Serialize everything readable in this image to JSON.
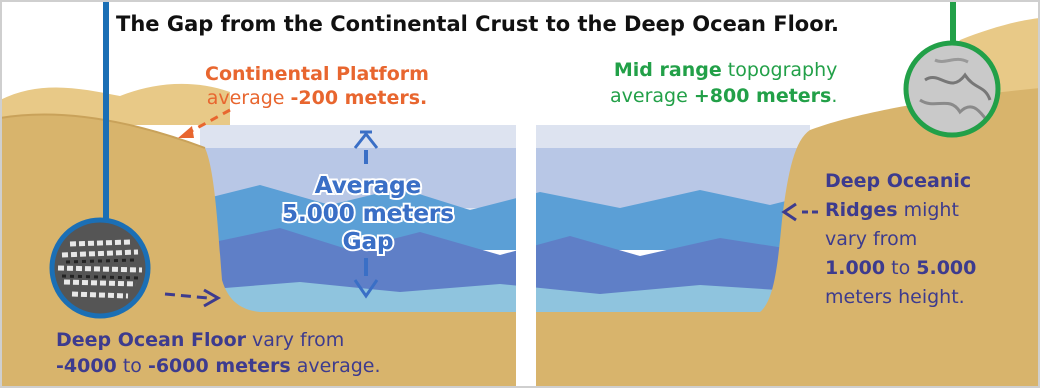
{
  "title": "The Gap from the Continental Crust to the Deep Ocean Floor.",
  "continental_platform": {
    "name": "Continental Platform",
    "prefix": "average",
    "value": "-200 meters."
  },
  "mid_range": {
    "name": "Mid range",
    "suffix": "topography",
    "prefix": "average",
    "value": "+800 meters",
    "end": "."
  },
  "gap": {
    "line1": "Average",
    "line2": "5.000 meters",
    "line3": "Gap"
  },
  "ridges": {
    "line1": "Deep Oceanic",
    "line2_bold": "Ridges",
    "line2_rest": " might",
    "line3": "vary from",
    "line4_a": "1.000",
    "line4_b": " to ",
    "line4_c": "5.000",
    "line5": "meters height."
  },
  "floor": {
    "name": "Deep Ocean Floor",
    "rest1": " vary from",
    "v1": "-4000",
    "to": " to ",
    "v2": "-6000 meters",
    "rest2": " average."
  },
  "colors": {
    "sand": "#d8b46c",
    "sand_dark": "#c9a25a",
    "accent_orange": "#e8662f",
    "accent_green": "#22a048",
    "label_indigo": "#3d3b8e",
    "pole_blue": "#1b6fb5"
  }
}
